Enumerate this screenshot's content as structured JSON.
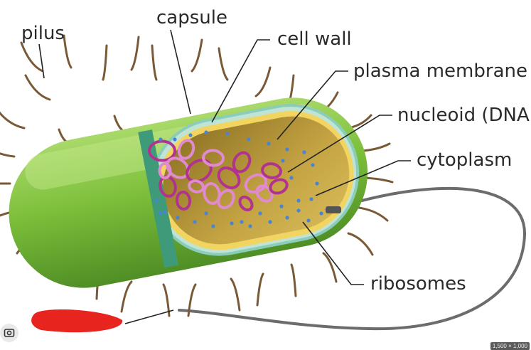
{
  "labels": {
    "pilus": "pilus",
    "capsule": "capsule",
    "cell_wall": "cell wall",
    "plasma_membrane": "plasma membrane",
    "nucleoid": "nucleoid (DNA)",
    "cytoplasm": "cytoplasm",
    "ribosomes": "ribosomes"
  },
  "image_size_badge": "1,500 × 1,000",
  "icons": {
    "lens": "lens-search-icon"
  },
  "colors": {
    "capsule_outer": "#7cbf3a",
    "capsule_light": "#a9d96a",
    "capsule_dark": "#4f8e25",
    "cell_wall": "#9fd3c4",
    "plasma_membrane": "#f2d561",
    "cytoplasm": "#b9993a",
    "dna": "#c64aa3",
    "ribosome": "#4a83d6",
    "pili": "#7a5a36",
    "flagellum": "#6c6c6c",
    "redaction": "#e8241f",
    "leader_line": "#222222"
  }
}
